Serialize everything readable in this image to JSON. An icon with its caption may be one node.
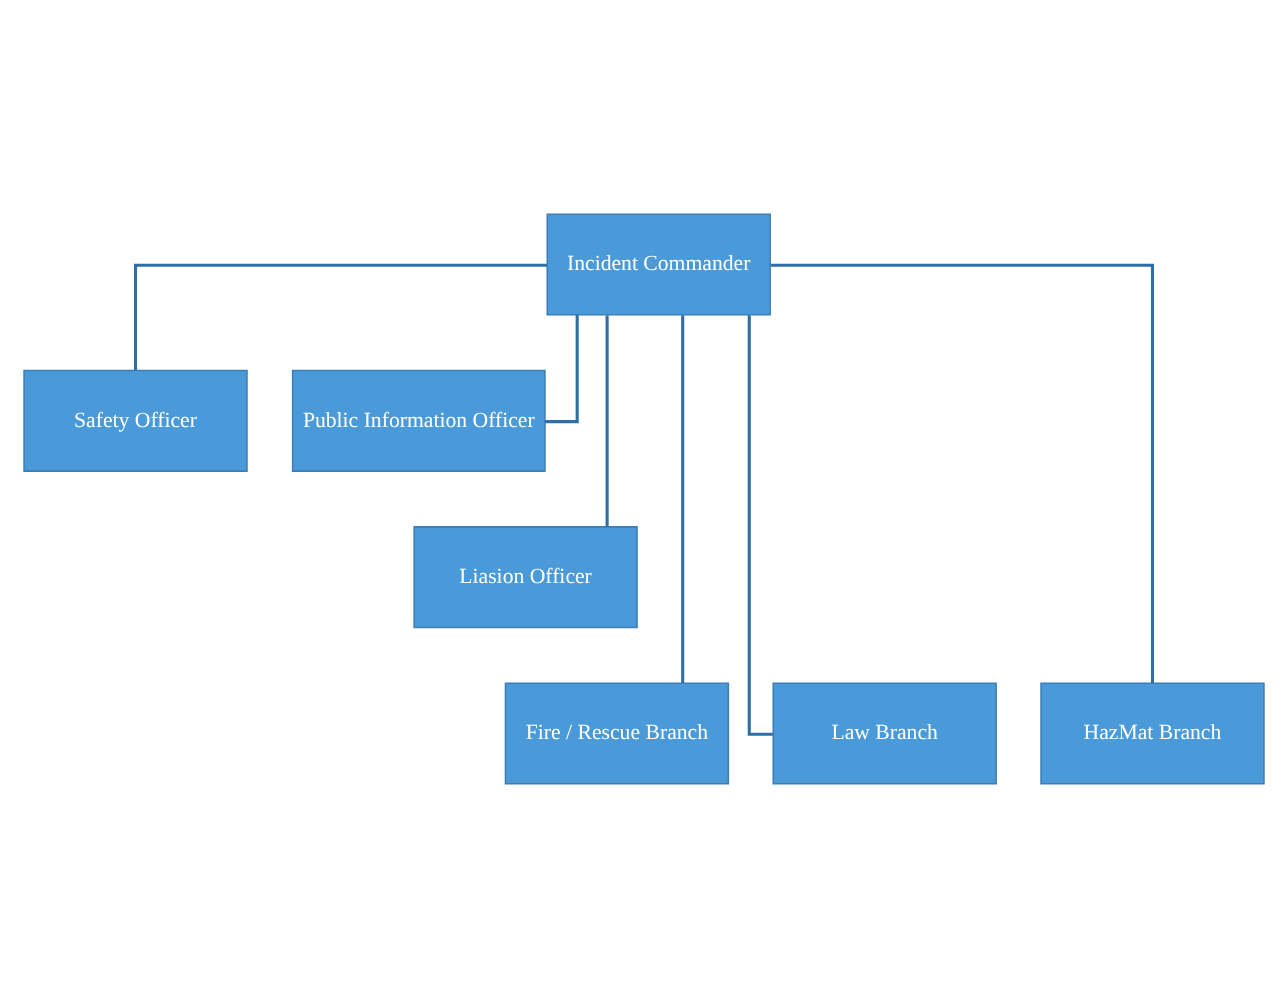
{
  "diagram": {
    "nodes": [
      {
        "text": [
          "Incident Commander"
        ]
      },
      {
        "text": [
          "Safety Officer"
        ]
      },
      {
        "text": [
          "Public Information Officer"
        ]
      },
      {
        "text": [
          "Liasion Officer"
        ]
      },
      {
        "text": [
          "Fire / Rescue Branch"
        ]
      },
      {
        "text": [
          "Law Branch"
        ]
      },
      {
        "text": [
          "HazMat Branch"
        ]
      }
    ],
    "edges": [
      {
        "from": 0,
        "to": 1,
        "arrow": "none"
      },
      {
        "from": 0,
        "to": 2,
        "arrow": "none"
      },
      {
        "from": 0,
        "to": 3,
        "arrow": "none"
      },
      {
        "from": 0,
        "to": 4,
        "arrow": "none"
      },
      {
        "from": 0,
        "to": 5,
        "arrow": "none"
      },
      {
        "from": 0,
        "to": 6,
        "arrow": "none"
      }
    ]
  }
}
